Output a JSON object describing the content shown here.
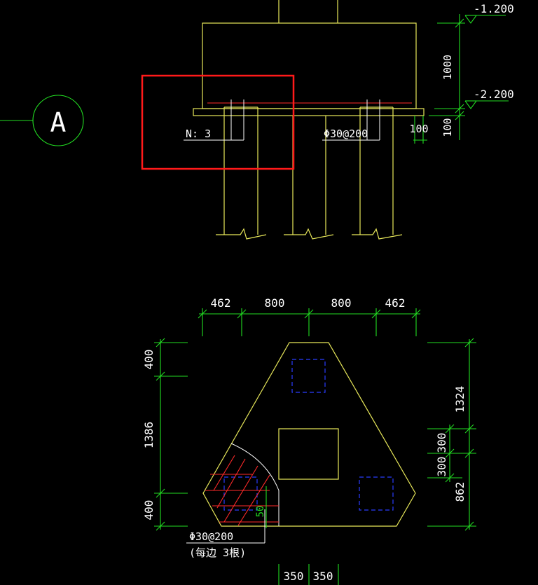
{
  "elevation": {
    "levels": [
      "-1.200",
      "-2.200"
    ],
    "right_dims": [
      "1000",
      "100"
    ],
    "bottom_dim": "100",
    "pile_count_label": "N: 3",
    "rebar_label": "Φ30@200",
    "axis_bubble": "A"
  },
  "plan": {
    "top_dims": [
      "462",
      "800",
      "800",
      "462"
    ],
    "left_dims": [
      "400",
      "1386",
      "400"
    ],
    "right_dims": [
      "1324",
      "300",
      "300",
      "862"
    ],
    "bottom_dims": [
      "350",
      "350"
    ],
    "detail_dim": "50",
    "rebar_label": "Φ30@200",
    "rebar_note": "(每边 3根)"
  },
  "colors": {
    "background": "#000000",
    "structure": "#e8e85a",
    "dimension": "#22dd22",
    "highlight": "#ff2a2a",
    "hidden": "#2a3cff",
    "text": "#ffffff"
  }
}
